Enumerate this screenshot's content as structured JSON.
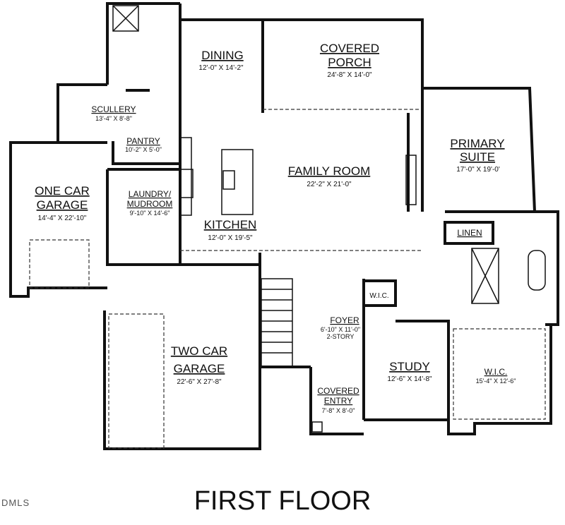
{
  "title": "FIRST FLOOR",
  "watermark": "DMLS",
  "rooms": {
    "dining": {
      "name": "DINING",
      "dims": "12'-0\" X 14'-2\""
    },
    "covered_porch": {
      "name1": "COVERED",
      "name2": "PORCH",
      "dims": "24'-8\" X 14'-0\""
    },
    "scullery": {
      "name": "SCULLERY",
      "dims": "13'-4\" X 8'-8\""
    },
    "pantry": {
      "name": "PANTRY",
      "dims": "10'-2\" X 5'-0\""
    },
    "primary_suite": {
      "name1": "PRIMARY",
      "name2": "SUITE",
      "dims": "17'-0\" X 19'-0'"
    },
    "family_room": {
      "name": "FAMILY ROOM",
      "dims": "22'-2\" X 21'-0\""
    },
    "one_car_garage": {
      "name1": "ONE CAR",
      "name2": "GARAGE",
      "dims": "14'-4\" X 22'-10\""
    },
    "laundry": {
      "name1": "LAUNDRY/",
      "name2": "MUDROOM",
      "dims": "9'-10\" X 14'-6\""
    },
    "kitchen": {
      "name": "KITCHEN",
      "dims": "12'-0\" X 19'-5\""
    },
    "linen": {
      "name": "LINEN"
    },
    "wic_small": {
      "name": "W.I.C."
    },
    "foyer": {
      "name": "FOYER",
      "dims": "6'-10\" X 11'-0\"",
      "note": "2-STORY"
    },
    "study": {
      "name": "STUDY",
      "dims": "12'-6\" X 14'-8\""
    },
    "wic_primary": {
      "name": "W.I.C.",
      "dims": "15'-4\" X 12'-6\""
    },
    "two_car_garage": {
      "name1": "TWO CAR",
      "name2": "GARAGE",
      "dims": "22'-6\" X 27'-8\""
    },
    "covered_entry": {
      "name1": "COVERED",
      "name2": "ENTRY",
      "dims": "7'-8\" X 8'-0\""
    }
  }
}
